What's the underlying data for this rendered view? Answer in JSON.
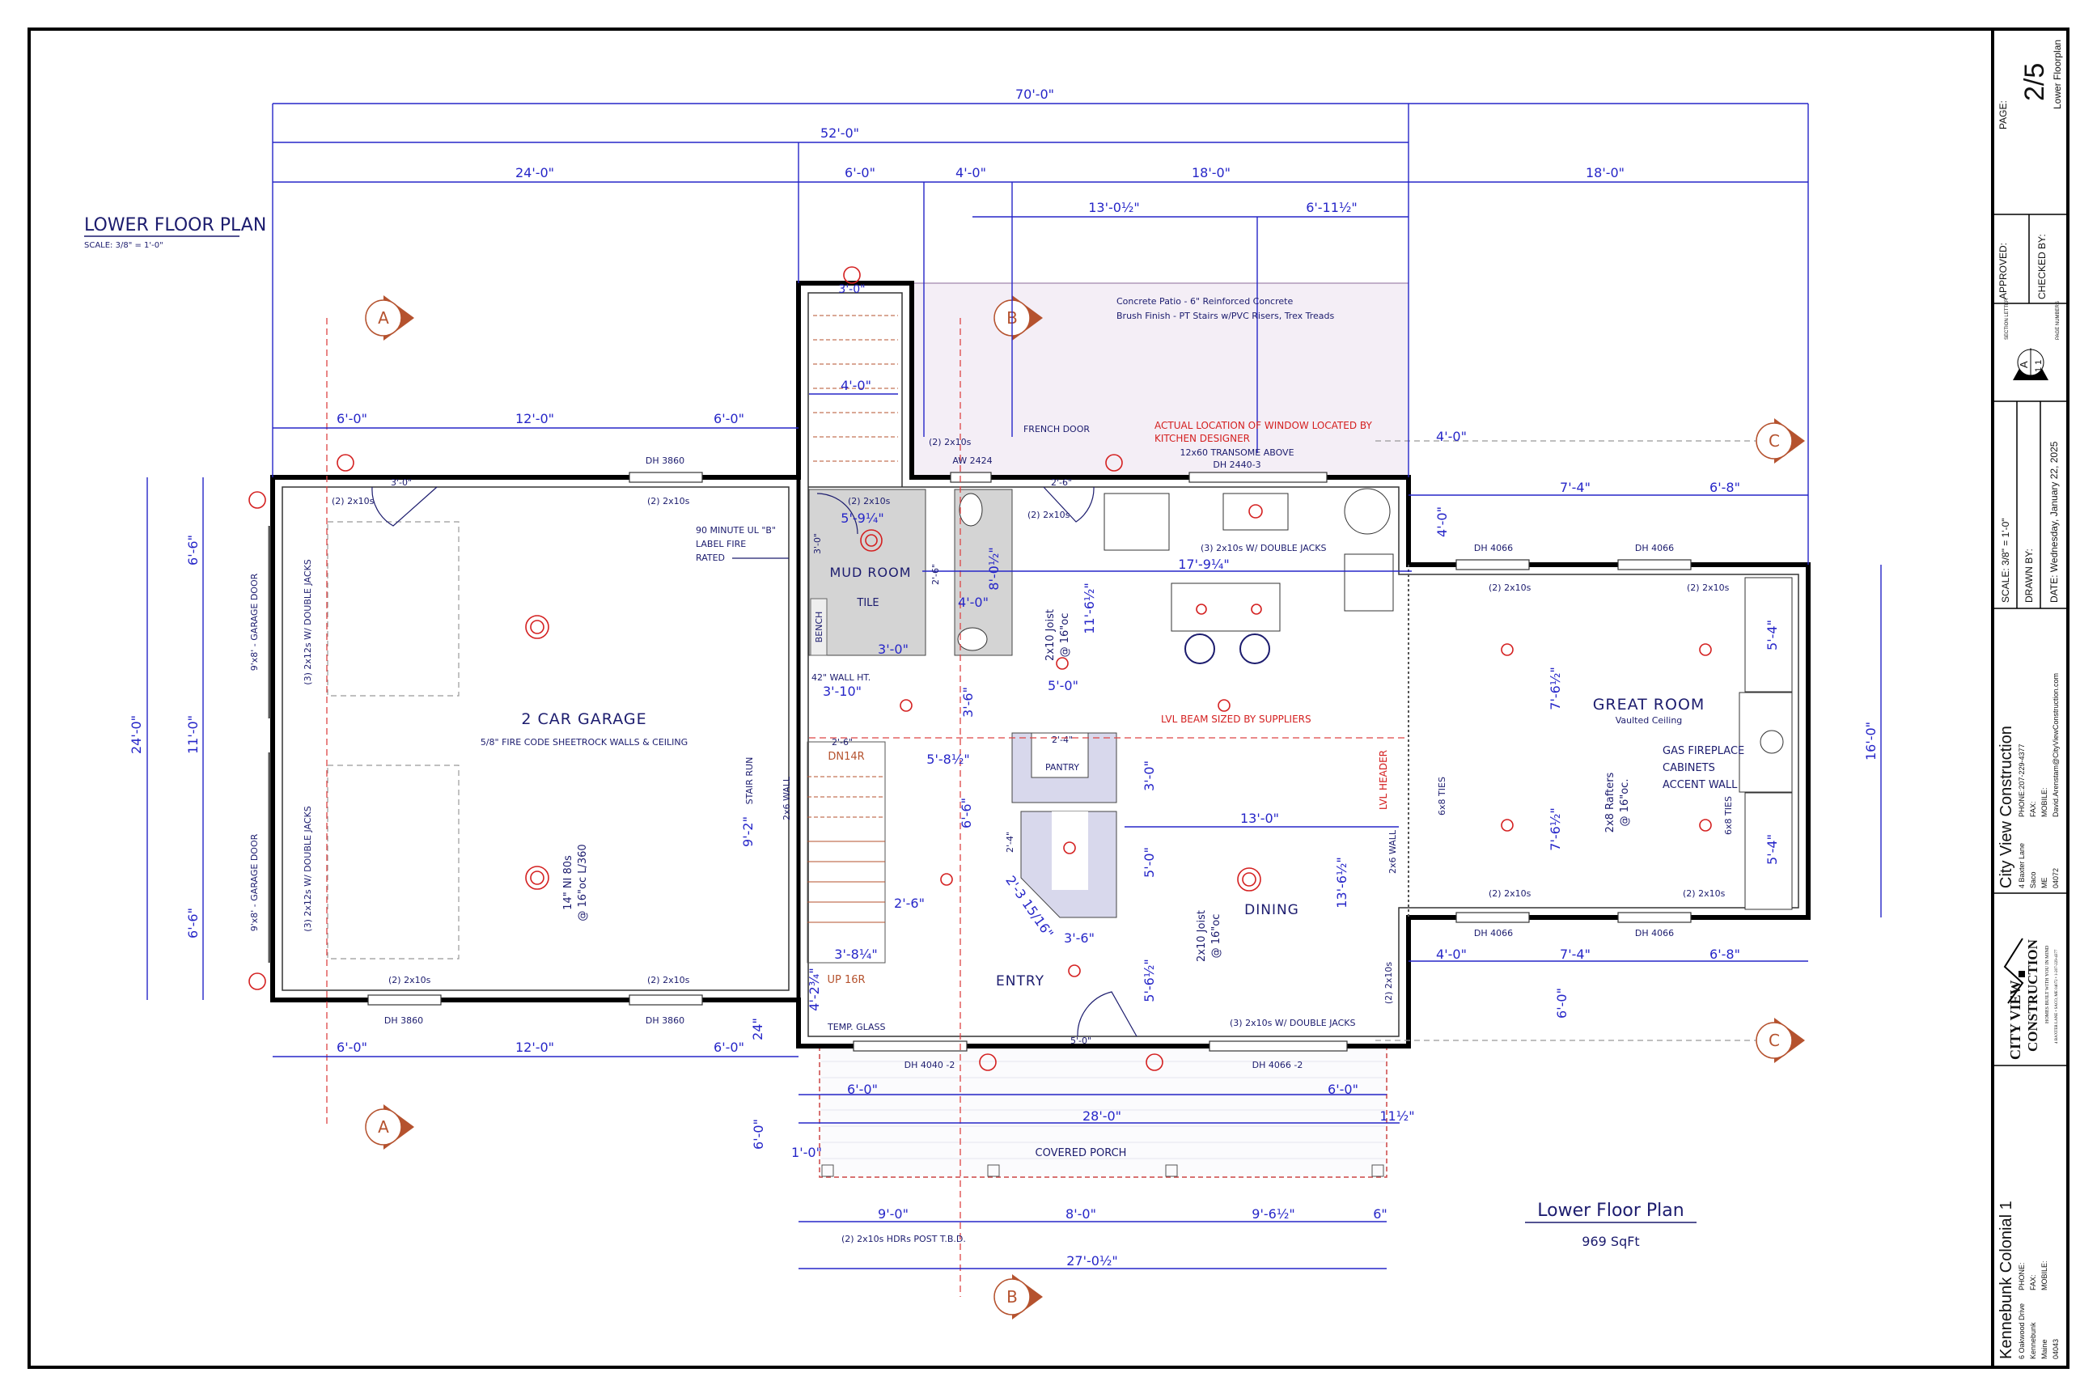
{
  "drawing": {
    "title": "LOWER FLOOR PLAN",
    "scale": "SCALE: 3/8\" = 1'-0\"",
    "plan_label": "Lower Floor Plan",
    "area": "969 SqFt"
  },
  "colors": {
    "line": "#1c1c6e",
    "dimension": "#2626c8",
    "annotation_red": "#d42020",
    "section_marker": "#b5522e",
    "patio_fill": "#f4eef6",
    "tile_fill": "#d4d4d4",
    "cabinet_fill": "#d8d8ec"
  },
  "section_markers": {
    "a": "A",
    "b": "B",
    "c": "C"
  },
  "dimensions": {
    "overall": "70'-0\"",
    "main": "52'-0\"",
    "top": [
      "24'-0\"",
      "6'-0\"",
      "4'-0\"",
      "18'-0\"",
      "18'-0\""
    ],
    "kitchen_top": [
      "13'-0½\"",
      "6'-11½\""
    ],
    "stair_tower": [
      "3'-0\"",
      "4'-0\""
    ],
    "garage_top": [
      "6'-0\"",
      "12'-0\"",
      "6'-0\""
    ],
    "garage_bottom": [
      "6'-0\"",
      "12'-0\"",
      "6'-0\"",
      "24\""
    ],
    "garage_left": [
      "24'-0\"",
      "6'-6\"",
      "11'-0\"",
      "6'-6\""
    ],
    "right_top": [
      "4'-0\"",
      "4'-0\"",
      "7'-4\"",
      "6'-8\""
    ],
    "right_overall": "16'-0\"",
    "right_bottom": [
      "4'-0\"",
      "7'-4\"",
      "6'-8\"",
      "6'-0\""
    ],
    "great_room": [
      "5'-4\"",
      "5'-4\"",
      "7'-6½\"",
      "7'-6½\""
    ],
    "mud_room": [
      "5'-9¼\"",
      "4'-0\"",
      "8'-0½\"",
      "3'-0\"",
      "3'-10\"",
      "3'-0\"",
      "2'-6\""
    ],
    "kitchen": [
      "17'-9¼\"",
      "11'-6½\"",
      "5'-0\"",
      "3'-6\""
    ],
    "entry": [
      "5'-8½\"",
      "6'-6\"",
      "2'-6\"",
      "3'-8¼\"",
      "4'-2¾\"",
      "2'-3 15/16\"",
      "3'-6\"",
      "9'-2\"",
      "2'-6\"",
      "2'-4\"",
      "2'-4\"",
      "5'-0\"",
      "2'-6\"",
      "3'-0\""
    ],
    "dining": [
      "3'-0\"",
      "5'-0\"",
      "13'-0\"",
      "5'-6½\"",
      "13'-6½\""
    ],
    "porch": [
      "6'-0\"",
      "6'-0\"",
      "28'-0\"",
      "11½\"",
      "1'-0\"",
      "6'-0\"",
      "9'-0\"",
      "8'-0\"",
      "9'-6½\"",
      "6\"",
      "27'-0½\""
    ],
    "garage_door": "3'-0\"",
    "french_door": "2'-6\""
  },
  "rooms": {
    "garage": "2 CAR GARAGE",
    "garage_note": "5/8\" FIRE CODE SHEETROCK WALLS & CEILING",
    "mud_room": "MUD ROOM",
    "mud_room_floor": "TILE",
    "bench": "BENCH",
    "pantry": "PANTRY",
    "entry": "ENTRY",
    "dining": "DINING",
    "great_room": "GREAT ROOM",
    "great_room_ceiling": "Vaulted Ceiling",
    "porch": "COVERED PORCH"
  },
  "notes": {
    "patio_1": "Concrete Patio - 6\" Reinforced Concrete",
    "patio_2": "Brush Finish - PT Stairs w/PVC Risers, Trex Treads",
    "window_red_1": "ACTUAL LOCATION OF WINDOW LOCATED BY",
    "window_red_2": "KITCHEN DESIGNER",
    "transom": "12x60 TRANSOME ABOVE",
    "fire_door_1": "90 MINUTE UL \"B\"",
    "fire_door_2": "LABEL FIRE",
    "fire_door_3": "RATED",
    "wall_ht": "42\" WALL HT.",
    "header_2x10": "(2) 2x10s",
    "header_3x10": "(3) 2x10s W/ DOUBLE JACKS",
    "header_3x12": "(3) 2x12s W/ DOUBLE JACKS",
    "garage_door": "9'x8' - GARAGE DOOR",
    "garage_joist_1": "14\" NI 80s",
    "garage_joist_2": "@ 16\"oc  L/360",
    "joist_1": "2x10 Joist",
    "joist_2": "@ 16\"oc",
    "lvl_beam": "LVL BEAM SIZED BY SUPPLIERS",
    "lvl_header": "LVL HEADER",
    "wall_2x6": "2x6 WALL",
    "stair_run": "STAIR RUN",
    "stairs_down": "DN14R",
    "stairs_up": "UP 16R",
    "temp_glass": "TEMP. GLASS",
    "fireplace_1": "GAS FIREPLACE",
    "fireplace_2": "CABINETS",
    "fireplace_3": "ACCENT WALL",
    "rafters_1": "2x8 Rafters",
    "rafters_2": "@ 16\"oc.",
    "ties": "6x8 TIES",
    "porch_header": "(2) 2x10s HDRs POST T.B.D.",
    "french_door": "FRENCH DOOR"
  },
  "windows": {
    "garage_top": "DH 3860",
    "garage_bottom_1": "DH 3860",
    "garage_bottom_2": "DH 3860",
    "bath": "AW 2424",
    "kitchen": "DH 2440-3",
    "great_top_1": "DH 4066",
    "great_top_2": "DH 4066",
    "great_bottom_1": "DH 4066",
    "great_bottom_2": "DH 4066",
    "front_1": "DH 4040 -2",
    "front_2": "DH 4066 -2"
  },
  "title_block": {
    "page_label": "PAGE:",
    "page": "2/5",
    "sheet_name": "Lower Floorplan",
    "approved": "APPROVED:",
    "checked_by": "CHECKED BY:",
    "legend_letter": "A",
    "legend_pages": "1 1",
    "legend_section": "SECTION LETTER",
    "legend_page_numbers": "PAGE NUMBERS",
    "scale": "SCALE:   3/8\" = 1'-0\"",
    "drawn_by": "DRAWN BY:",
    "date": "DATE:  Wednesday, January 22, 2025",
    "company": {
      "name": "City View Construction",
      "address": "4 Baxter Lane",
      "city": "Saco",
      "state": "ME",
      "zip": "04072",
      "phone": "PHONE:207-229-4377",
      "fax": "FAX:",
      "mobile": "MOBILE:",
      "email": "David.Arenstam@CityViewConstruction.com"
    },
    "logo": {
      "line1": "CITY VIEW",
      "line2": "CONSTRUCTION",
      "tagline": "HOMES BUILT WITH YOU IN MIND",
      "address": "4 BAXTER LANE • SACO, ME 04072 • 1-207-229-4377"
    },
    "project": {
      "name": "Kennebunk Colonial 1",
      "address": "6 Oakwood Drive",
      "city": "Kennebunk",
      "state": "Maine",
      "zip": "04043",
      "phone": "PHONE:",
      "fax": "FAX:",
      "mobile": "MOBILE:"
    }
  }
}
